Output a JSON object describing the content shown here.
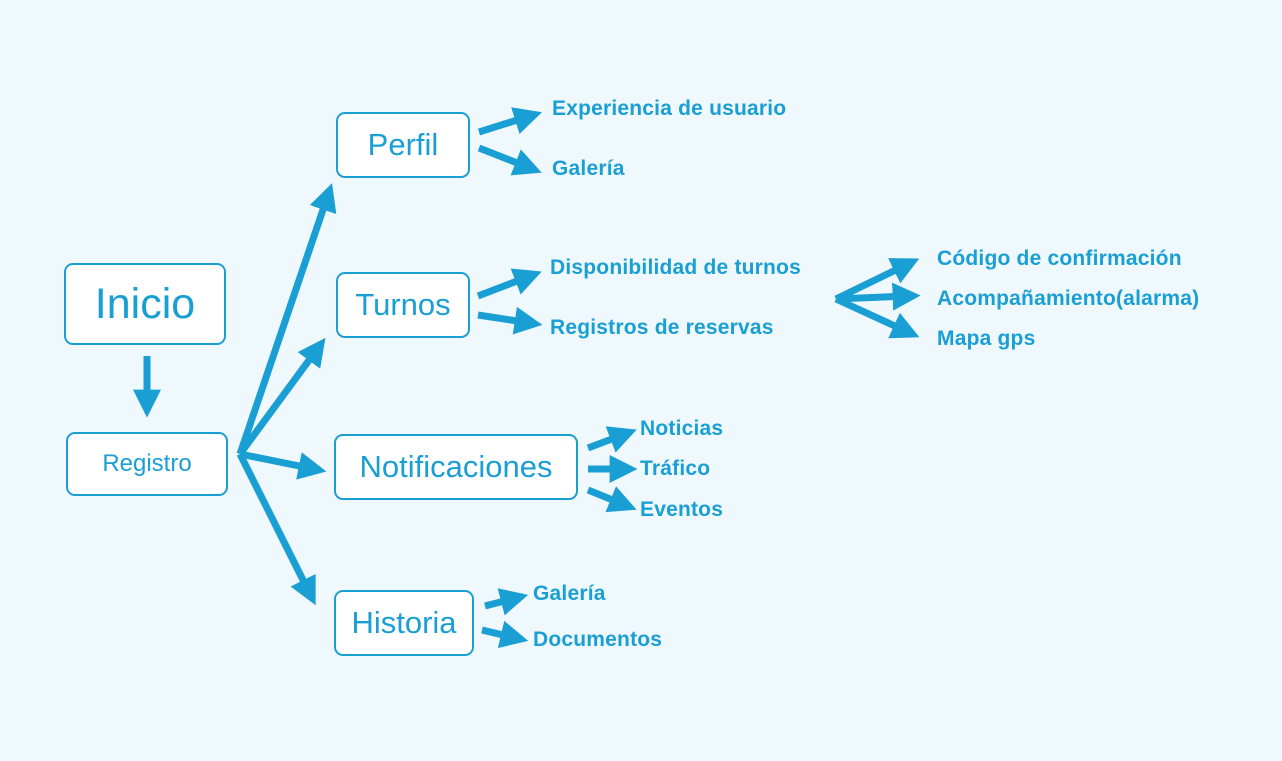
{
  "colors": {
    "background": "#eff8fc",
    "accent": "#1a9fd5",
    "box_fill": "#ffffff"
  },
  "root": {
    "label": "Inicio"
  },
  "registro": {
    "label": "Registro"
  },
  "branches": [
    {
      "label": "Perfil",
      "children": [
        "Experiencia de usuario",
        "Galería"
      ]
    },
    {
      "label": "Turnos",
      "children": [
        "Disponibilidad de turnos",
        "Registros de reservas"
      ],
      "subchildren": [
        "Código de confirmación",
        "Acompañamiento(alarma)",
        "Mapa gps"
      ]
    },
    {
      "label": "Notificaciones",
      "children": [
        "Noticias",
        "Tráfico",
        "Eventos"
      ]
    },
    {
      "label": "Historia",
      "children": [
        "Galería",
        "Documentos"
      ]
    }
  ]
}
